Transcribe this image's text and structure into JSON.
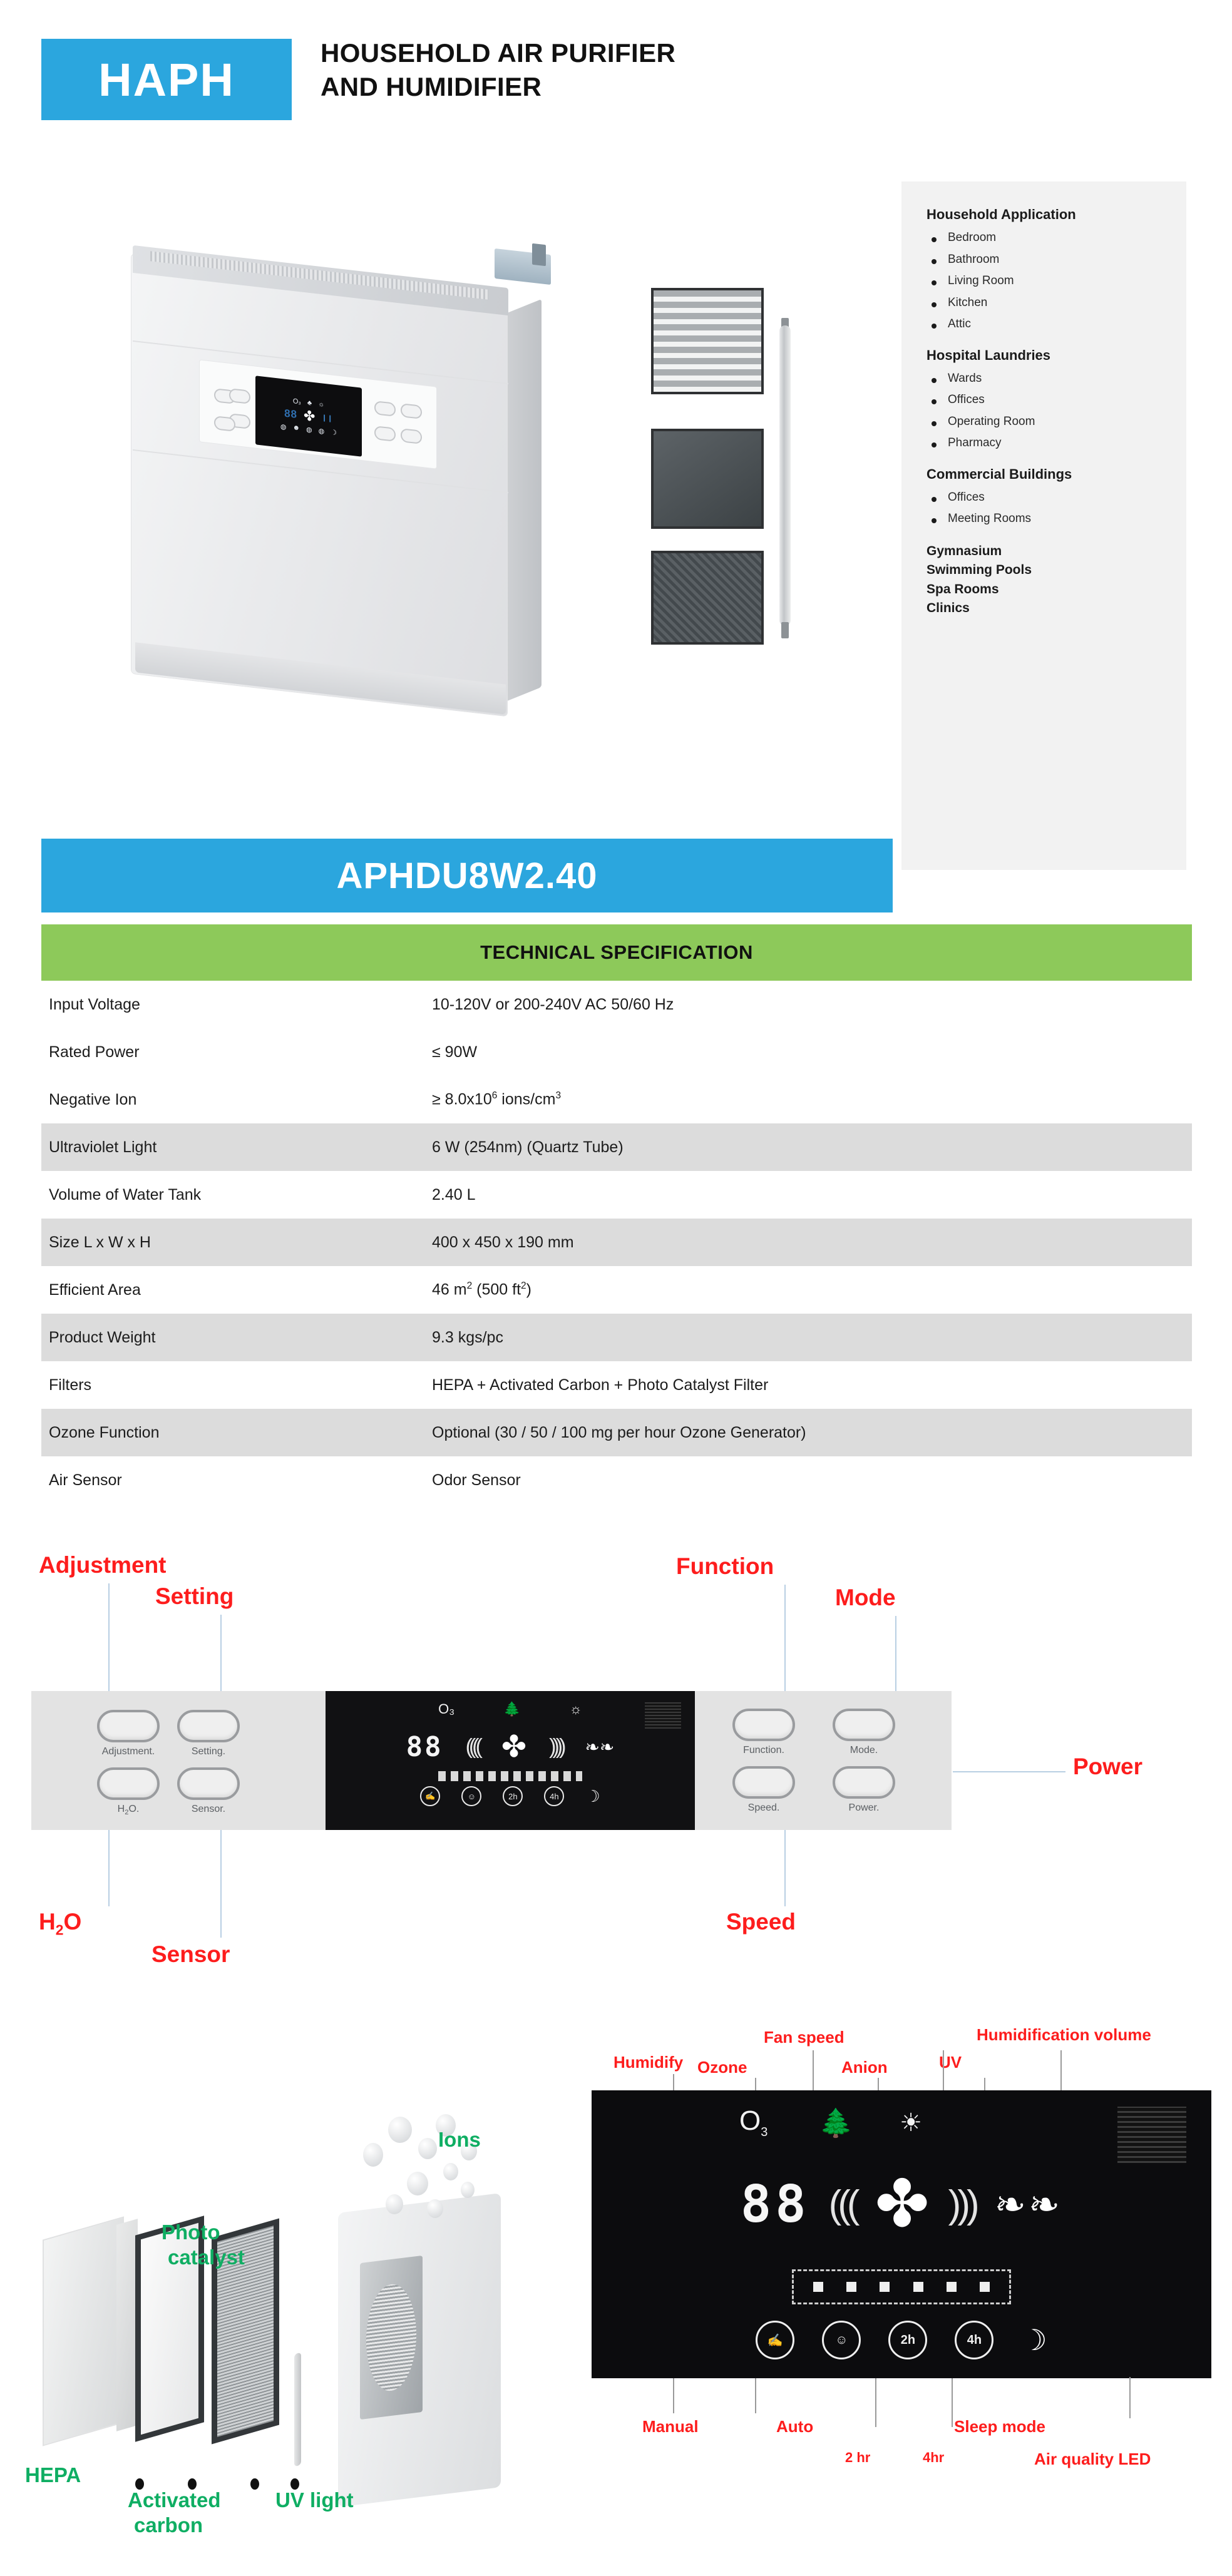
{
  "header": {
    "logo": "HAPH",
    "title_line1": "HOUSEHOLD AIR PURIFIER",
    "title_line2": "AND  HUMIDIFIER"
  },
  "model": {
    "code": "APHDU8W2.40"
  },
  "sidebar": {
    "groups": [
      {
        "heading": "Household Application",
        "items": [
          "Bedroom",
          "Bathroom",
          "Living Room",
          "Kitchen",
          "Attic"
        ]
      },
      {
        "heading": "Hospital Laundries",
        "items": [
          "Wards",
          "Offices",
          "Operating Room",
          "Pharmacy"
        ]
      },
      {
        "heading": "Commercial Buildings",
        "items": [
          "Offices",
          "Meeting Rooms"
        ]
      }
    ],
    "plain": [
      "Gymnasium",
      "Swimming Pools",
      "Spa Rooms",
      "Clinics"
    ]
  },
  "spec": {
    "title": "TECHNICAL SPECIFICATION",
    "rows": [
      {
        "label": "Input Voltage",
        "value": "10-120V or 200-240V AC 50/60 Hz"
      },
      {
        "label": "Rated Power",
        "value": "≤  90W"
      },
      {
        "label": "Negative Ion",
        "value": "≥  8.0x10",
        "sup": "6",
        "value2": " ions/cm",
        "sup2": "3"
      },
      {
        "label": "Ultraviolet Light",
        "value": "6 W (254nm) (Quartz Tube)"
      },
      {
        "label": "Volume of Water Tank",
        "value": "2.40 L"
      },
      {
        "label": "Size L x W x H",
        "value": "400 x 450 x 190 mm"
      },
      {
        "label": "Efficient Area",
        "value": "46 m",
        "sup": "2",
        "value2": "  (500 ft",
        "sup2": "2",
        "value3": ")"
      },
      {
        "label": "Product Weight",
        "value": "9.3 kgs/pc"
      },
      {
        "label": "Filters",
        "value": "HEPA + Activated Carbon + Photo Catalyst Filter"
      },
      {
        "label": "Ozone Function",
        "value": "Optional (30 / 50 / 100 mg per hour Ozone Generator)"
      },
      {
        "label": "Air Sensor",
        "value": "Odor Sensor"
      }
    ]
  },
  "control_panel": {
    "annotations": {
      "adjustment": "Adjustment",
      "setting": "Setting",
      "function": "Function",
      "mode": "Mode",
      "power": "Power",
      "h2o": "H2O",
      "sensor": "Sensor",
      "speed": "Speed"
    },
    "buttons": [
      {
        "label": "Adjustment."
      },
      {
        "label": "Setting."
      },
      {
        "label": "H2O."
      },
      {
        "label": "Sensor."
      },
      {
        "label": "Function."
      },
      {
        "label": "Mode."
      },
      {
        "label": "Speed."
      },
      {
        "label": "Power."
      }
    ],
    "lcd": {
      "digits": "88",
      "ozone_icon": "O3",
      "anion_icon": "anion-tree-icon",
      "uv_icon": "uv-bulb-icon",
      "fan_icon": "fan-blade-icon",
      "humidity_icon": "water-drop-icon"
    }
  },
  "filter_diagram": {
    "labels": {
      "ions": "Ions",
      "photo_catalyst_line1": "Photo",
      "photo_catalyst_line2": "catalyst",
      "hepa": "HEPA",
      "activated_line1": "Activated",
      "activated_line2": "carbon",
      "uv_light": "UV light"
    }
  },
  "lcd_diagram": {
    "labels_top": {
      "humidify": "Humidify",
      "ozone": "Ozone",
      "fan_speed": "Fan speed",
      "anion": "Anion",
      "uv": "UV",
      "humidification_volume": "Humidification volume"
    },
    "labels_bottom": {
      "manual": "Manual",
      "auto": "Auto",
      "two_hr": "2 hr",
      "four_hr": "4hr",
      "sleep_mode": "Sleep mode",
      "air_quality_led": "Air quality LED"
    },
    "display": {
      "digits": "88",
      "ozone_symbol": "O",
      "ozone_sub": "3",
      "timer_2h": "2h",
      "timer_4h": "4h"
    }
  },
  "colors": {
    "brand_blue": "#2ba6de",
    "spec_green": "#8dc95a",
    "annotation_red": "#fd1d1d",
    "annotation_green": "#0fae63",
    "row_alt": "#dcdcdc",
    "sidebar_bg": "#f2f2f2"
  }
}
